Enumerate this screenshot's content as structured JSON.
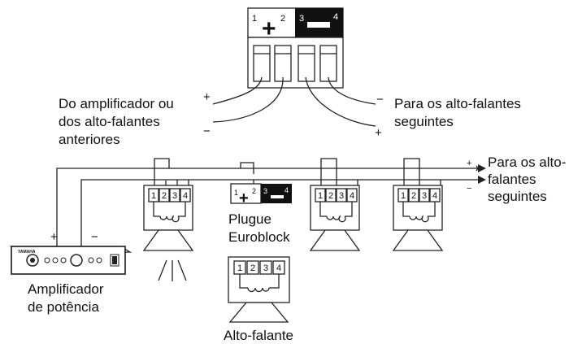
{
  "connector_large": {
    "t1": "1",
    "plus": "+",
    "t2": "2",
    "t3": "3",
    "minus": "—",
    "t4": "4"
  },
  "detail": {
    "plus_left": "+",
    "minus_left": "−",
    "minus_right": "−",
    "plus_right": "+",
    "from_label_lines": [
      "Do amplificador ou",
      "dos alto-falantes",
      "anteriores"
    ],
    "to_label_lines": [
      "Para os alto-falantes",
      "seguintes"
    ]
  },
  "chain": {
    "right_plus": "+",
    "right_minus": "−",
    "right_label_lines": [
      "Para os alto-",
      "falantes",
      "seguintes"
    ],
    "amp_plus": "+",
    "amp_minus": "−"
  },
  "terminal_numbers": [
    "1",
    "2",
    "3",
    "4"
  ],
  "plug": {
    "label_lines": [
      "Plugue",
      "Euroblock"
    ]
  },
  "amplifier": {
    "brand": "YAMAHA",
    "label_lines": [
      "Amplificador",
      "de potência"
    ]
  },
  "speaker": {
    "label": "Alto-falante"
  }
}
